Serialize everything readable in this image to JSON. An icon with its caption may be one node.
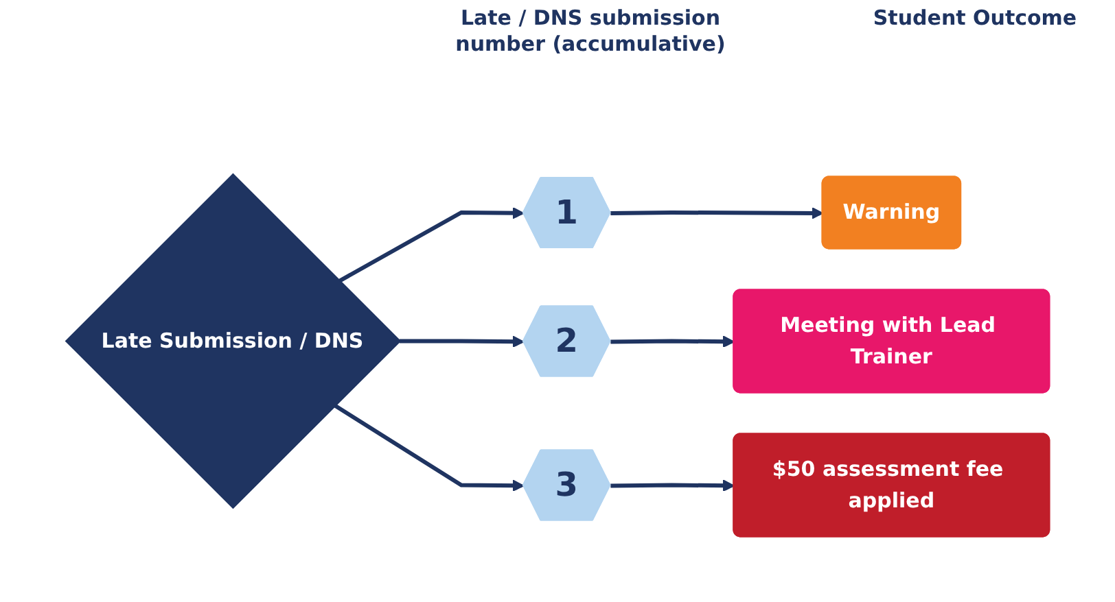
{
  "diagram": {
    "nodes": [
      {
        "text": [
          "Late Submission / DNS"
        ]
      },
      {
        "text": [
          "1"
        ]
      },
      {
        "text": [
          "2"
        ]
      },
      {
        "text": [
          "3"
        ]
      },
      {
        "text": [
          "Warning"
        ]
      },
      {
        "text": [
          "Meeting with Lead Trainer"
        ]
      },
      {
        "text": [
          "$50 assessment fee applied"
        ]
      }
    ],
    "edges": [
      {
        "from": 0,
        "to": 1,
        "arrow": "to"
      },
      {
        "from": 0,
        "to": 2,
        "arrow": "to"
      },
      {
        "from": 0,
        "to": 3,
        "arrow": "to"
      },
      {
        "from": 1,
        "to": 4,
        "arrow": "to"
      },
      {
        "from": 2,
        "to": 5,
        "arrow": "to"
      },
      {
        "from": 3,
        "to": 6,
        "arrow": "to"
      }
    ],
    "labels": [
      "Late / DNS submission number (accumulative)",
      "Student Outcome"
    ]
  }
}
